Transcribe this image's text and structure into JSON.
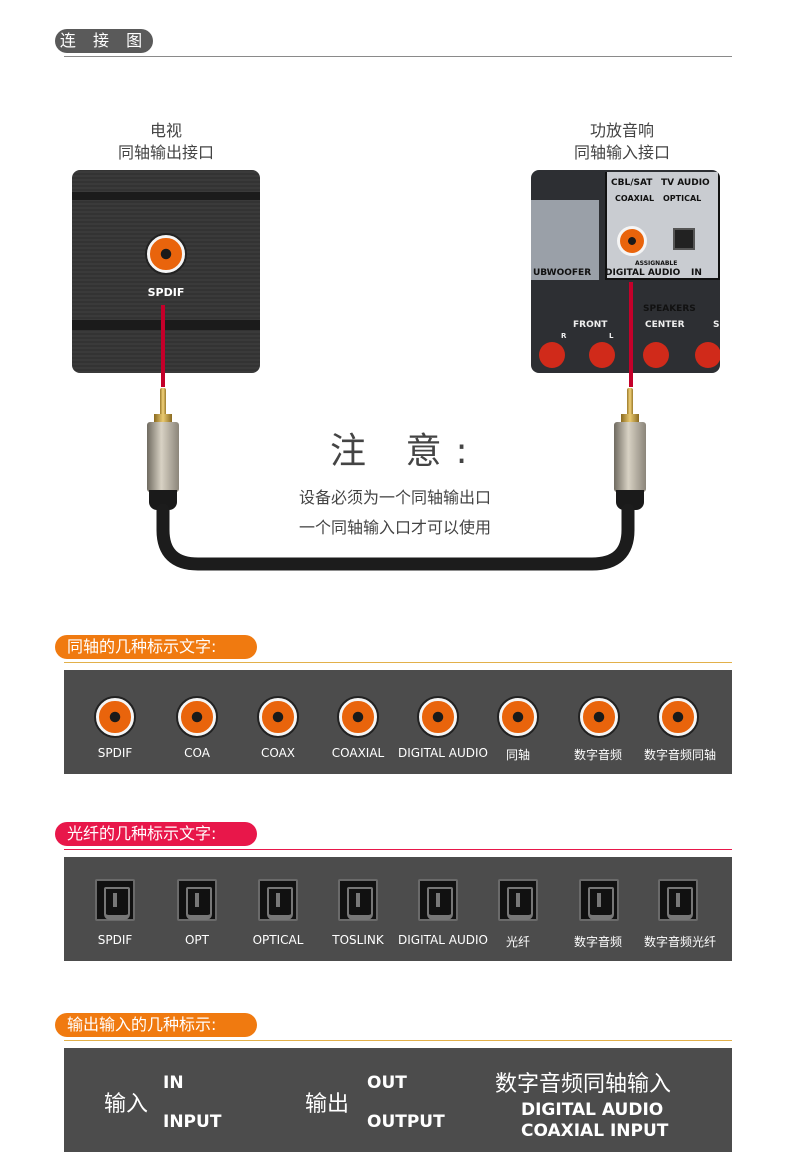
{
  "header": {
    "title": "连 接 图"
  },
  "tv": {
    "caption_line1": "电视",
    "caption_line2": "同轴输出接口",
    "port_label": "SPDIF"
  },
  "amp": {
    "caption_line1": "功放音响",
    "caption_line2": "同轴输入接口",
    "panel_labels": {
      "cbl_sat": "CBL/SAT",
      "tv_audio": "TV AUDIO",
      "coaxial": "COAXIAL",
      "optical": "OPTICAL",
      "assignable": "ASSIGNABLE",
      "subwoofer": "UBWOOFER",
      "digital_audio": "DIGITAL AUDIO",
      "in": "IN",
      "speakers": "SPEAKERS",
      "front": "FRONT",
      "center": "CENTER",
      "r": "R",
      "l": "L",
      "s": "S"
    }
  },
  "note": {
    "title": "注 意:",
    "line1": "设备必须为一个同轴输出口",
    "line2": "一个同轴输入口才可以使用"
  },
  "coax_section": {
    "title": "同轴的几种标示文字:",
    "labels": [
      "SPDIF",
      "COA",
      "COAX",
      "COAXIAL",
      "DIGITAL AUDIO",
      "同轴",
      "数字音频",
      "数字音频同轴"
    ]
  },
  "optical_section": {
    "title": "光纤的几种标示文字:",
    "labels": [
      "SPDIF",
      "OPT",
      "OPTICAL",
      "TOSLINK",
      "DIGITAL AUDIO",
      "光纤",
      "数字音频",
      "数字音频光纤"
    ]
  },
  "io_section": {
    "title": "输出输入的几种标示:",
    "input_cn": "输入",
    "input_en1": "IN",
    "input_en2": "INPUT",
    "output_cn": "输出",
    "output_en1": "OUT",
    "output_en2": "OUTPUT",
    "digital_cn": "数字音频同轴输入",
    "digital_en1": "DIGITAL AUDIO",
    "digital_en2": "COAXIAL INPUT"
  },
  "colors": {
    "header_pill": "#5a5a5a",
    "coax_pill": "#f07a10",
    "optical_pill": "#e8174a",
    "io_pill": "#f07a10",
    "band": "#4c4c4c",
    "jack_orange": "#e9640c"
  }
}
